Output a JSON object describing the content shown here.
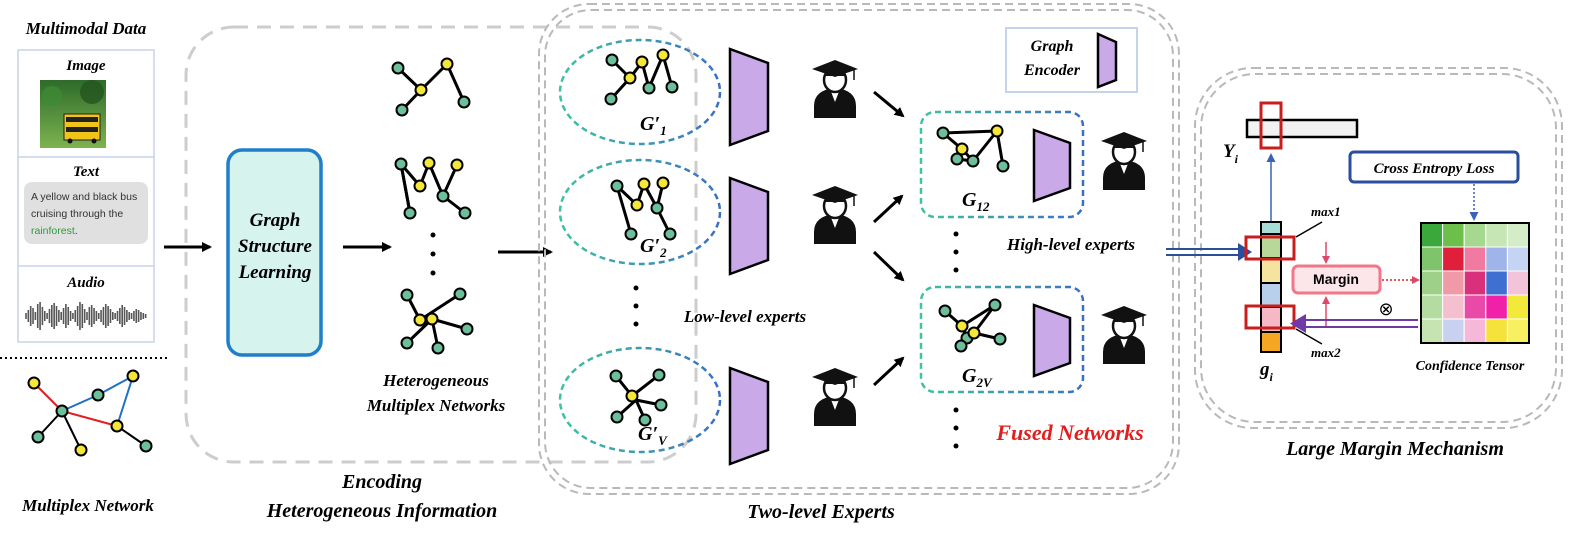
{
  "multimodal": {
    "title": "Multimodal Data",
    "image_label": "Image",
    "text_label": "Text",
    "text_bubble": {
      "line1": "A yellow and black bus",
      "line2": "cruising through the",
      "line3_green": "rainforest",
      "line3_rest": "."
    },
    "audio_label": "Audio"
  },
  "multiplex_network_label": "Multiplex Network",
  "encoding": {
    "gsl_line1": "Graph",
    "gsl_line2": "Structure",
    "gsl_line3": "Learning",
    "heterogeneous_line1": "Heterogeneous",
    "heterogeneous_line2": "Multiplex Networks",
    "title_line1": "Encoding",
    "title_line2": "Heterogeneous Information"
  },
  "experts": {
    "graph_encoder_line1": "Graph",
    "graph_encoder_line2": "Encoder",
    "low_level": "Low-level experts",
    "high_level": "High-level experts",
    "fused": "Fused Networks",
    "title": "Two-level Experts",
    "g1": {
      "base": "G",
      "prime": "′",
      "sub": "1"
    },
    "g2": {
      "base": "G",
      "prime": "′",
      "sub": "2"
    },
    "gv": {
      "base": "G",
      "prime": "′",
      "sub": "V"
    },
    "g12": {
      "base": "G",
      "sub": "12"
    },
    "g2v": {
      "base": "G",
      "sub": "2V"
    }
  },
  "margin": {
    "yi": {
      "base": "Y",
      "sub": "i"
    },
    "gi": {
      "base": "g",
      "sub": "i"
    },
    "max1": "max1",
    "max2": "max2",
    "margin_label": "Margin",
    "cross_entropy": "Cross Entropy Loss",
    "confidence": "Confidence Tensor",
    "otimes": "⊗",
    "title": "Large Margin Mechanism"
  },
  "colors": {
    "node_teal": "#6dbf9b",
    "node_yellow": "#f5e63a",
    "encoder_purple": "#c9a9e8",
    "gsl_fill": "#d7f3ee",
    "gsl_border": "#1f7fc9",
    "fused_red": "#e0201e",
    "dashed_gray": "#c8c8c8",
    "high_arrow": "#2a4d9e",
    "purple_arrow": "#6f3aa8"
  }
}
